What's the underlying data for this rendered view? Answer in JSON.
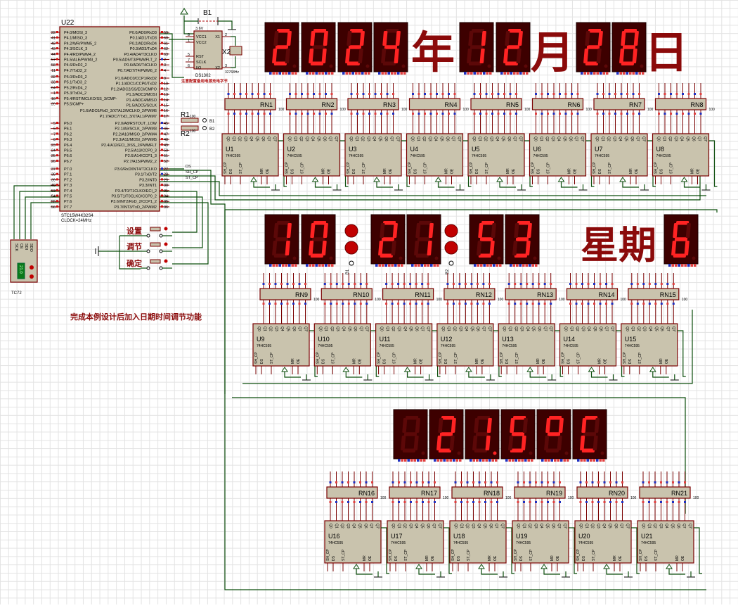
{
  "mcu": {
    "ref": "U22",
    "part": "STC15W4K32S4",
    "clock": "CLOCK=24MHz",
    "left_pins": [
      [
        "22",
        "P4.0/MOSI_3"
      ],
      [
        "41",
        "P4.1/MISO_3"
      ],
      [
        "42",
        "P4.2/WR/PWM5_2"
      ],
      [
        "43",
        "P4.3/SCLK_3"
      ],
      [
        "44",
        "P4.4/RD/PWM4_2"
      ],
      [
        "57",
        "P4.5/ALE/PWM3_2"
      ],
      [
        "58",
        "P4.6/RxD2_2"
      ],
      [
        "11",
        "P4.7/TxD2_2"
      ],
      [
        "32",
        "P5.0/RxD3_2"
      ],
      [
        "33",
        "P5.1/TxD3_2"
      ],
      [
        "64",
        "P5.2/RxD4_2"
      ],
      [
        "1",
        "P5.3/TxD4_2"
      ],
      [
        "18",
        "P5.4/RST/MCLKO/SS_3/CMP-"
      ],
      [
        "20",
        "P5.5/CMP+"
      ],
      [
        "5",
        "P6.0"
      ],
      [
        "6",
        "P6.1"
      ],
      [
        "7",
        "P6.2"
      ],
      [
        "8",
        "P6.3"
      ],
      [
        "23",
        "P6.4"
      ],
      [
        "24",
        "P6.5"
      ],
      [
        "25",
        "P6.6"
      ],
      [
        "26",
        "P6.7"
      ],
      [
        "37",
        "P7.0"
      ],
      [
        "38",
        "P7.1"
      ],
      [
        "39",
        "P7.2"
      ],
      [
        "40",
        "P7.3"
      ],
      [
        "53",
        "P7.4"
      ],
      [
        "54",
        "P7.5"
      ],
      [
        "55",
        "P7.6"
      ],
      [
        "56",
        "P7.7"
      ]
    ],
    "right_pins": [
      [
        "59",
        "P0.0/AD0/RxD3"
      ],
      [
        "60",
        "P0.1/AD1/TxD3"
      ],
      [
        "61",
        "P0.2/AD2/RxD4"
      ],
      [
        "62",
        "P0.3/AD3/TxD4"
      ],
      [
        "63",
        "P0.4/AD4/T3CLKO"
      ],
      [
        "2",
        "P0.5/AD5/T3/PWMFLT_2"
      ],
      [
        "3",
        "P0.6/AD6/T4CLKO"
      ],
      [
        "4",
        "P0.7/AD7/T4/PWM6_2"
      ],
      [
        "9",
        "P1.0/ADC0/CCP1/RxD2"
      ],
      [
        "10",
        "P1.1/ADC1/CCP0/TxD2"
      ],
      [
        "12",
        "P1.2/ADC2/SS/ECI/CMPO"
      ],
      [
        "13",
        "P1.3/ADC3/MOSI"
      ],
      [
        "14",
        "P1.4/ADC4/MISO"
      ],
      [
        "15",
        "P1.5/ADC5/SCLK"
      ],
      [
        "16",
        "P1.6/ADC6/RxD_3/XTAL2/MCLKO_2/PWM6"
      ],
      [
        "17",
        "P1.7/ADC7/TxD_3/XTAL1/PWM7"
      ],
      [
        "45",
        "P2.0/A8/RSTOUT_LOW"
      ],
      [
        "46",
        "P2.1/A9/SCLK_2/PWM3"
      ],
      [
        "47",
        "P2.2/A10/MISO_2/PWM4"
      ],
      [
        "48",
        "P2.3/A11/MOSI_2/PWM5"
      ],
      [
        "49",
        "P2.4/A12/ECI_3/SS_2/PWMFLT"
      ],
      [
        "50",
        "P2.5/A13/CCP0_3"
      ],
      [
        "51",
        "P2.6/A14/CCP1_3"
      ],
      [
        "52",
        "P2.7/A15/PWM2_2"
      ],
      [
        "27",
        "P3.0/RxD/INT4/T2CLKO"
      ],
      [
        "28",
        "P3.1/TxD/T2"
      ],
      [
        "29",
        "P3.2/INT0"
      ],
      [
        "30",
        "P3.3/INT1"
      ],
      [
        "31",
        "P3.4/T0/T1CLKO/ECI_2"
      ],
      [
        "34",
        "P3.5/T1/T0CLKO/CCP0_2"
      ],
      [
        "35",
        "P3.6/INT2/RxD_2/CCP1_2"
      ],
      [
        "36",
        "P3.7/INT3/TxD_2/PWM2"
      ]
    ]
  },
  "net_labels": [
    "DS",
    "SH_CP",
    "ST_CP"
  ],
  "rtc": {
    "ref": "DS1302",
    "battery_ref": "B1",
    "battery_voltage": "3.6V",
    "crystal_ref": "X2",
    "crystal_freq": "32768Hz",
    "pins": [
      [
        "8",
        "VCC1"
      ],
      [
        "1",
        "VCC2"
      ],
      [
        "5",
        "RST"
      ],
      [
        "7",
        "SCLK"
      ],
      [
        "6",
        "I/O"
      ],
      [
        "2",
        "X1"
      ],
      [
        "3",
        "X2"
      ]
    ],
    "note": "注意配置备用电源充电字节"
  },
  "resistors": [
    {
      "ref": "R1",
      "value": "100",
      "terminal": "B1"
    },
    {
      "ref": "R2",
      "value": "100",
      "terminal": "B2"
    }
  ],
  "sensor": {
    "ref": "TC72",
    "pins": [
      "SCK",
      "CE",
      "SDI",
      "SDO"
    ],
    "reading": "21.0"
  },
  "buttons": [
    {
      "label": "设置"
    },
    {
      "label": "调节"
    },
    {
      "label": "确定"
    }
  ],
  "note": "完成本例设计后加入日期时间调节功能",
  "date_row": {
    "year": "2024",
    "year_label": "年",
    "month": "12",
    "month_label": "月",
    "day": "28",
    "day_label": "日"
  },
  "time_row": {
    "hour": "10",
    "minute": "21",
    "second": "53",
    "weekday_label": "星期",
    "weekday": "6",
    "colon_leds": [
      "B1",
      "B2"
    ]
  },
  "temp_row": {
    "digits": [
      " ",
      "2",
      "1.",
      "5",
      "°",
      "C"
    ]
  },
  "rn_value": "100",
  "shift_register": {
    "type": "74HC595",
    "top_pins": [
      "Q0",
      "Q1",
      "Q2",
      "Q3",
      "Q4",
      "Q5",
      "Q6",
      "Q7",
      "Q7'"
    ],
    "bottom_pins": [
      "SH_CP",
      "DS",
      "ST_CP",
      "MR",
      "OE"
    ]
  },
  "rn_refs": [
    "RN1",
    "RN2",
    "RN3",
    "RN4",
    "RN5",
    "RN6",
    "RN7",
    "RN8",
    "RN9",
    "RN10",
    "RN11",
    "RN12",
    "RN13",
    "RN14",
    "RN15",
    "RN16",
    "RN17",
    "RN18",
    "RN19",
    "RN20",
    "RN21"
  ],
  "u_refs": [
    "U1",
    "U2",
    "U3",
    "U4",
    "U5",
    "U6",
    "U7",
    "U8",
    "U9",
    "U10",
    "U11",
    "U12",
    "U13",
    "U14",
    "U15",
    "U16",
    "U17",
    "U18",
    "U19",
    "U20",
    "U21"
  ],
  "colors": {
    "wire": "#0b4d0b",
    "part_fill": "#c9c3ad",
    "part_border": "#7a0000",
    "seg_on": "#ff2323",
    "seg_off": "#5c0808",
    "display_bg": "#3d0000",
    "label": "#8b0a0a"
  }
}
